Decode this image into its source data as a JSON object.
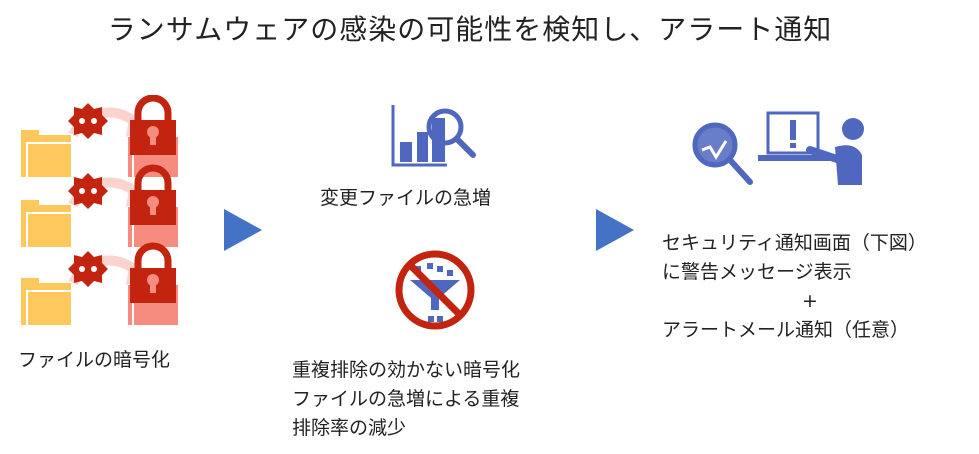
{
  "title": "ランサムウェアの感染の可能性を検知し、アラート通知",
  "left": {
    "label": "ファイルの暗号化",
    "icon": "folder-encrypted-by-malware-icon"
  },
  "middle": {
    "top_label": "変更ファイルの急増",
    "top_icon": "chart-magnifier-icon",
    "bottom_lines": [
      "重複排除の効かない暗号化",
      "ファイルの急増による重複",
      "排除率の減少"
    ],
    "bottom_icon": "no-dedupe-icon"
  },
  "right": {
    "lines": [
      "セキュリティ通知画面（下図）",
      "に警告メッセージ表示"
    ],
    "plus": "+",
    "last_line": "アラートメール通知（任意）",
    "icon": "alert-monitor-presenter-icon"
  },
  "colors": {
    "accent": "#4F67BE",
    "arrow": "#4472C4",
    "red": "#C2240F",
    "folder": "#FFC85C",
    "pink": "#F68C80"
  }
}
